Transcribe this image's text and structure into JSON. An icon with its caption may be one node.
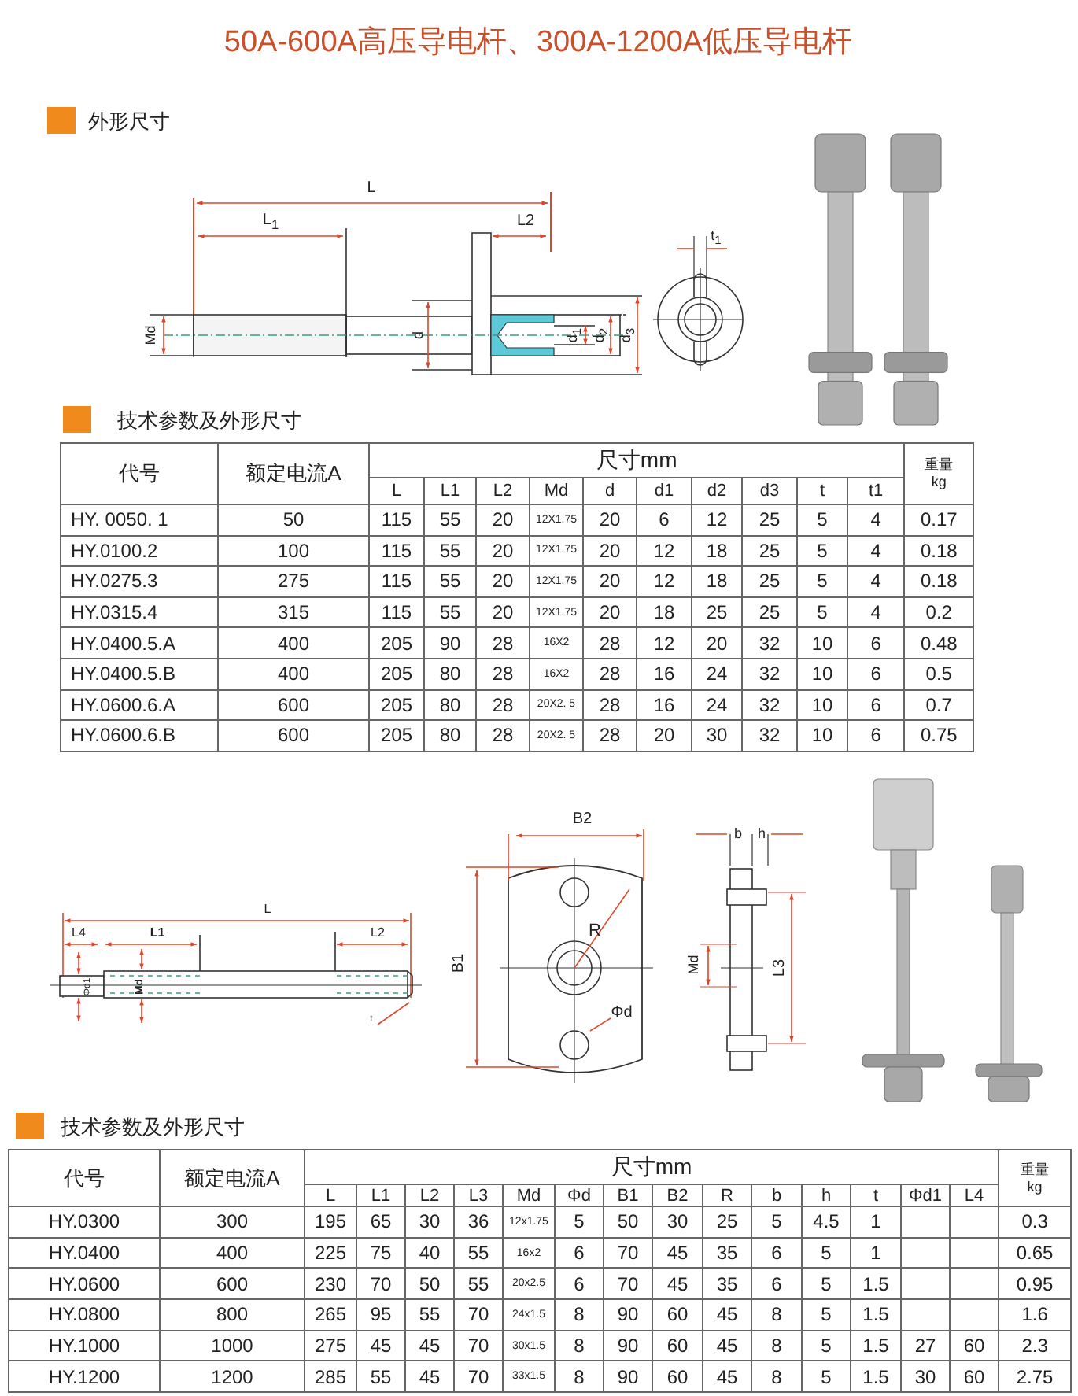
{
  "diagram": {
    "title": "50A-600A高压导电杆、300A-1200A低压导电杆",
    "labels": [
      "外形尺寸",
      "L",
      "L$_{1}$",
      "L2",
      "Md",
      "d",
      "d$_{1}$",
      "d$_{2}$",
      "d$_{3}$",
      "t$_{1}$",
      "技术参数及外形尺寸",
      "代号",
      "额定电流A",
      "尺寸mm",
      "重量 kg",
      "L",
      "L1",
      "L2",
      "Md",
      "d",
      "d1",
      "d2",
      "d3",
      "t",
      "t1",
      "HY. 0050. 1",
      "50",
      "115",
      "55",
      "20",
      "12X1.75",
      "20",
      "6",
      "12",
      "25",
      "5",
      "4",
      "0.17",
      "HY.0100.2",
      "100",
      "115",
      "55",
      "20",
      "12X1.75",
      "20",
      "12",
      "18",
      "25",
      "5",
      "4",
      "0.18",
      "HY.0275.3",
      "275",
      "115",
      "55",
      "20",
      "12X1.75",
      "20",
      "12",
      "18",
      "25",
      "5",
      "4",
      "0.18",
      "HY.0315.4",
      "315",
      "115",
      "55",
      "20",
      "12X1.75",
      "20",
      "18",
      "25",
      "25",
      "5",
      "4",
      "0.2",
      "HY.0400.5.A",
      "400",
      "205",
      "90",
      "28",
      "16X2",
      "28",
      "12",
      "20",
      "32",
      "10",
      "6",
      "0.48",
      "HY.0400.5.B",
      "400",
      "205",
      "80",
      "28",
      "16X2",
      "28",
      "16",
      "24",
      "32",
      "10",
      "6",
      "0.5",
      "HY.0600.6.A",
      "600",
      "205",
      "80",
      "28",
      "20X2. 5",
      "28",
      "16",
      "24",
      "32",
      "10",
      "6",
      "0.7",
      "HY.0600.6.B",
      "600",
      "205",
      "80",
      "28",
      "20X2. 5",
      "28",
      "20",
      "30",
      "32",
      "10",
      "6",
      "0.75",
      "L",
      "L4",
      "L1",
      "L2",
      "Φd1",
      "Md",
      "t",
      "B2",
      "B1",
      "R",
      "Φd",
      "b",
      "h",
      "Md",
      "L3",
      "技术参数及外形尺寸",
      "代号",
      "额定电流A",
      "尺寸mm",
      "重量 kg",
      "L",
      "L1",
      "L2",
      "L3",
      "Md",
      "Φd",
      "B1",
      "B2",
      "R",
      "b",
      "h",
      "t",
      "Φd1",
      "L4",
      "HY.0300",
      "300",
      "195",
      "65",
      "30",
      "36",
      "12x1.75",
      "5",
      "50",
      "30",
      "25",
      "5",
      "4.5",
      "1",
      "0.3",
      "HY.0400",
      "400",
      "225",
      "75",
      "40",
      "55",
      "16x2",
      "6",
      "70",
      "45",
      "35",
      "6",
      "5",
      "1",
      "0.65",
      "HY.0600",
      "600",
      "230",
      "70",
      "50",
      "55",
      "20x2.5",
      "6",
      "70",
      "45",
      "35",
      "6",
      "5",
      "1.5",
      "0.95",
      "HY.0800",
      "800",
      "265",
      "95",
      "55",
      "70",
      "24x1.5",
      "8",
      "90",
      "60",
      "45",
      "8",
      "5",
      "1.5",
      "1.6",
      "HY.1000",
      "1000",
      "275",
      "45",
      "45",
      "70",
      "30x1.5",
      "8",
      "90",
      "60",
      "45",
      "8",
      "5",
      "1.5",
      "27",
      "60",
      "2.3",
      "HY.1200",
      "1200",
      "285",
      "55",
      "45",
      "70",
      "33x1.5",
      "8",
      "90",
      "60",
      "45",
      "8",
      "5",
      "1.5",
      "30",
      "60",
      "2.75"
    ]
  }
}
